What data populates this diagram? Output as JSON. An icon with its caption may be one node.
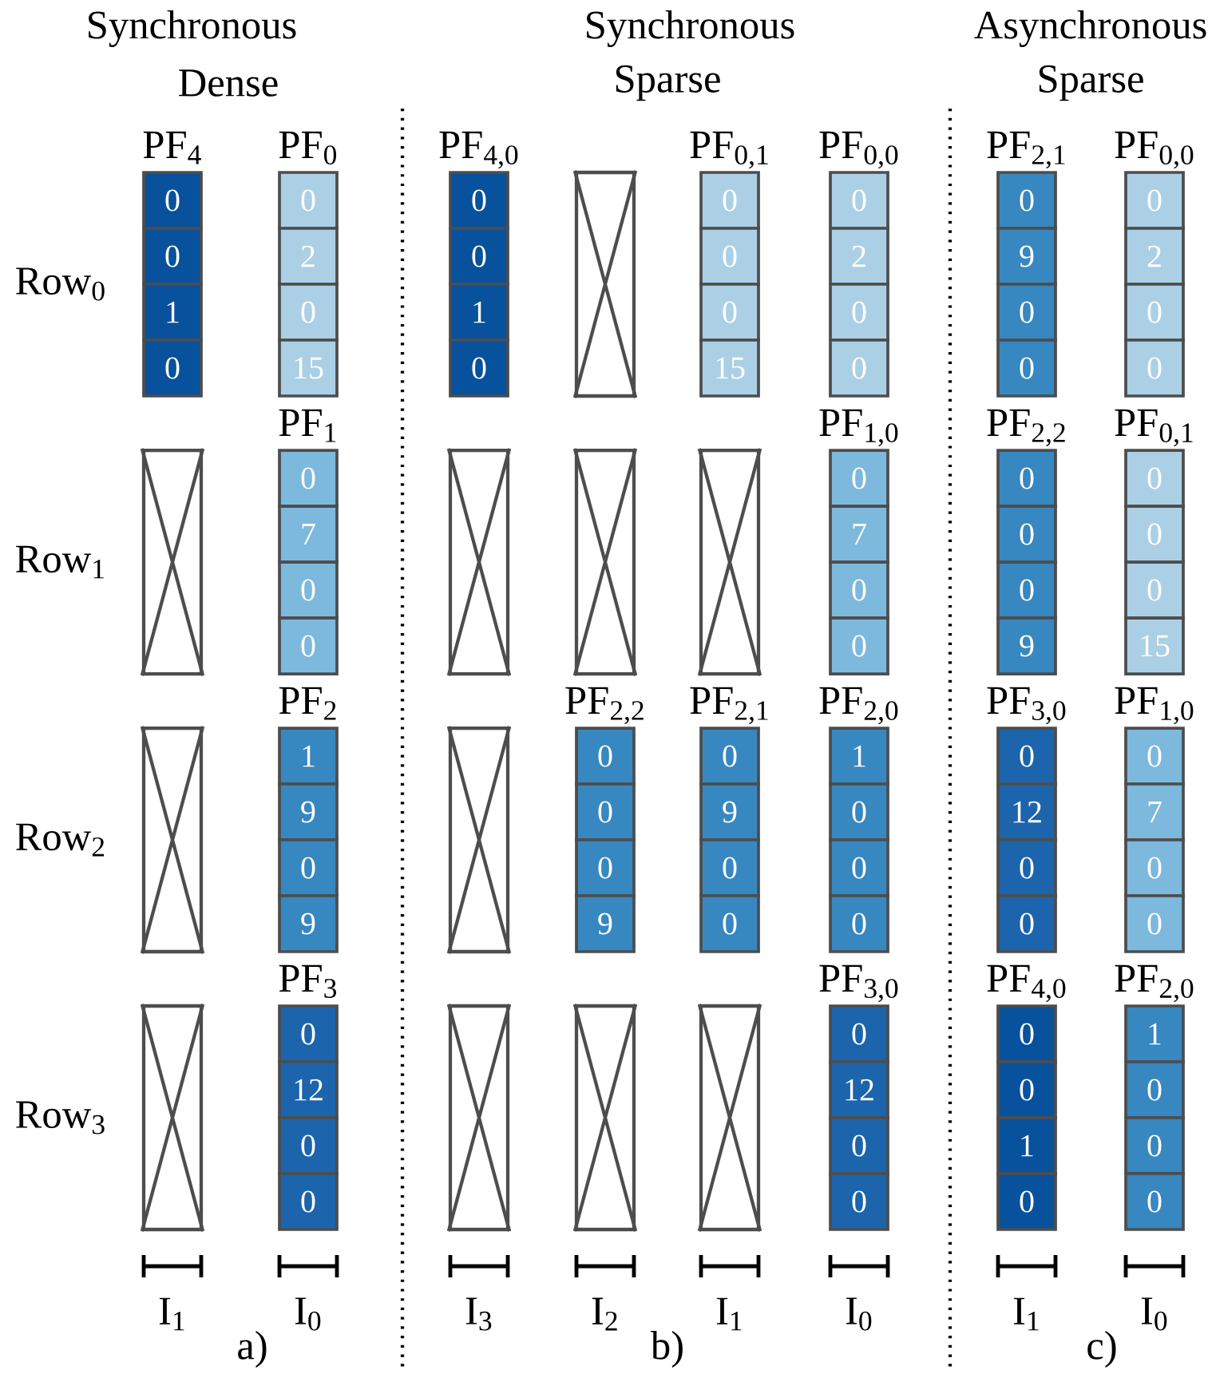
{
  "diagram": {
    "nodes": [
      {
        "text": [
          "PF$_{4}$",
          "0",
          "0",
          "1",
          "0"
        ]
      },
      {
        "text": [
          "PF$_{0}$",
          "0",
          "2",
          "0",
          "15"
        ]
      },
      {
        "text": [
          "PF$_{4,0}$",
          "0",
          "0",
          "1",
          "0"
        ]
      },
      {
        "text": [],
        "shape": "box"
      },
      {
        "text": [
          "PF$_{0,1}$",
          "0",
          "0",
          "0",
          "15"
        ]
      },
      {
        "text": [
          "PF$_{0,0}$",
          "0",
          "2",
          "0",
          "0"
        ]
      },
      {
        "text": [
          "PF$_{2,1}$",
          "0",
          "9",
          "0",
          "0"
        ]
      },
      {
        "text": [
          "PF$_{0,0}$",
          "0",
          "2",
          "0",
          "0"
        ]
      },
      {
        "text": [],
        "shape": "box"
      },
      {
        "text": [
          "PF$_{1}$",
          "0",
          "7",
          "0",
          "0"
        ]
      },
      {
        "text": [],
        "shape": "box"
      },
      {
        "text": [],
        "shape": "box"
      },
      {
        "text": [],
        "shape": "box"
      },
      {
        "text": [
          "PF$_{1,0}$",
          "0",
          "7",
          "0",
          "0"
        ]
      },
      {
        "text": [
          "PF$_{2,2}$",
          "0",
          "0",
          "0",
          "9"
        ]
      },
      {
        "text": [
          "PF$_{0,1}$",
          "0",
          "0",
          "0",
          "15"
        ]
      },
      {
        "text": [],
        "shape": "box"
      },
      {
        "text": [
          "PF$_{2}$",
          "1",
          "9",
          "0",
          "9"
        ]
      },
      {
        "text": [],
        "shape": "box"
      },
      {
        "text": [
          "PF$_{2,2}$",
          "0",
          "0",
          "0",
          "9"
        ]
      },
      {
        "text": [
          "PF$_{2,1}$",
          "0",
          "9",
          "0",
          "0"
        ]
      },
      {
        "text": [
          "PF$_{2,0}$",
          "1",
          "0",
          "0",
          "0"
        ]
      },
      {
        "text": [
          "PF$_{3,0}$",
          "0",
          "12",
          "0",
          "0"
        ]
      },
      {
        "text": [
          "PF$_{1,0}$",
          "0",
          "7",
          "0",
          "0"
        ]
      },
      {
        "text": [],
        "shape": "box"
      },
      {
        "text": [
          "PF$_{3}$",
          "0",
          "12",
          "0",
          "0"
        ]
      },
      {
        "text": [],
        "shape": "box"
      },
      {
        "text": [],
        "shape": "box"
      },
      {
        "text": [],
        "shape": "box"
      },
      {
        "text": [
          "PF$_{3,0}$",
          "0",
          "12",
          "0",
          "0"
        ]
      },
      {
        "text": [
          "PF$_{4,0}$",
          "0",
          "0",
          "1",
          "0"
        ]
      },
      {
        "text": [
          "PF$_{2,0}$",
          "1",
          "0",
          "0",
          "0"
        ]
      }
    ],
    "labels": [
      "Synchronous",
      "Synchronous",
      "Asynchronous",
      "Dense",
      "Sparse",
      "Sparse",
      "Row$_{0}$",
      "Row$_{1}$",
      "Row$_{2}$",
      "Row$_{3}$",
      "I$_{1}$",
      "I$_{0}$",
      "I$_{3}$",
      "I$_{2}$",
      "I$_{1}$",
      "I$_{0}$",
      "I$_{1}$",
      "I$_{0}$",
      "a)",
      "b)",
      "c)"
    ]
  }
}
